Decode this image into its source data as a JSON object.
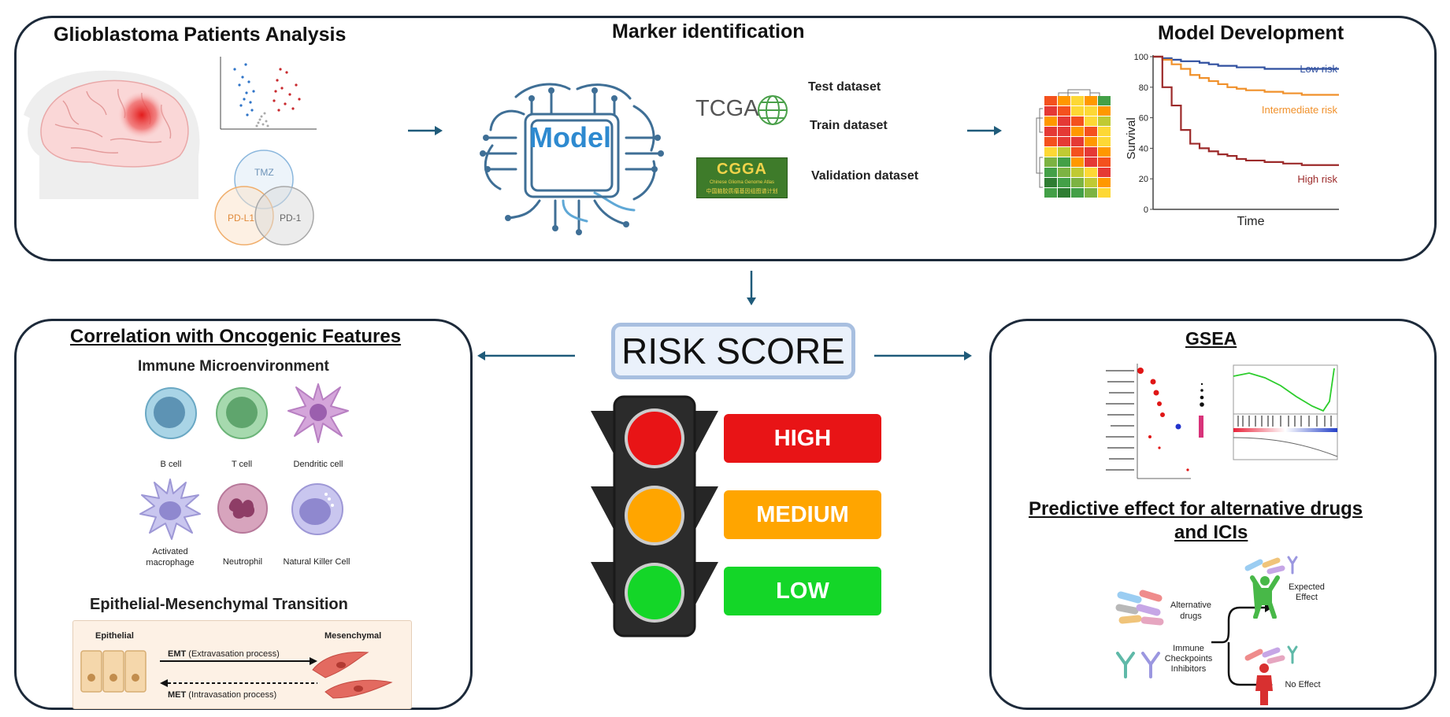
{
  "colors": {
    "panel_border": "#1d2a3a",
    "arrow": "#1f5b7a",
    "high": "#e81416",
    "medium": "#ffa500",
    "low": "#14d628",
    "low_risk_line": "#2f4f9f",
    "intermediate_risk_line": "#f0902a",
    "high_risk_line": "#9c2a2a"
  },
  "top_panel": {
    "section1_title": "Glioblastoma Patients Analysis",
    "venn": {
      "set_a": "TMZ",
      "set_b": "PD-L1",
      "set_c": "PD-1"
    },
    "section2_title": "Marker identification",
    "model_label": "Model",
    "tcga_logo": "TCGA",
    "cgga_logo": "CGGA",
    "cgga_subtext": "Chinese Glioma Genome Atlas",
    "cgga_chinese": "中国脑胶质瘤基因组图谱计划",
    "datasets": [
      "Test dataset",
      "Train dataset",
      "Validation dataset"
    ],
    "section3_title": "Model Development"
  },
  "chart_data": {
    "type": "line",
    "title": "",
    "xlabel": "Time",
    "ylabel": "Survival",
    "ylim": [
      0,
      100
    ],
    "yticks": [
      0,
      20,
      40,
      60,
      80,
      100
    ],
    "x": [
      0,
      1,
      2,
      3,
      4,
      5,
      6,
      7,
      8,
      9,
      10,
      12,
      14,
      16,
      18,
      20
    ],
    "series": [
      {
        "name": "Low risk",
        "values": [
          100,
          99,
          98,
          97,
          97,
          96,
          95,
          94,
          94,
          93,
          93,
          92,
          92,
          92,
          92,
          92
        ]
      },
      {
        "name": "Intermediate risk",
        "values": [
          100,
          98,
          95,
          92,
          88,
          86,
          84,
          82,
          80,
          79,
          78,
          77,
          76,
          75,
          75,
          75
        ]
      },
      {
        "name": "High risk",
        "values": [
          100,
          80,
          68,
          52,
          43,
          40,
          38,
          36,
          35,
          33,
          32,
          31,
          30,
          29,
          29,
          29
        ]
      }
    ]
  },
  "risk_score": {
    "title": "RISK SCORE",
    "levels": [
      "HIGH",
      "MEDIUM",
      "LOW"
    ]
  },
  "left_panel": {
    "title": "Correlation with Oncogenic Features",
    "immune_title": "Immune Microenvironment",
    "cells": [
      "B cell",
      "T cell",
      "Dendritic cell",
      "Activated macrophage",
      "Neutrophil",
      "Natural Killer Cell"
    ],
    "emt_title": "Epithelial-Mesenchymal Transition",
    "emt_epithelial": "Epithelial",
    "emt_mesenchymal": "Mesenchymal",
    "emt_forward_bold": "EMT",
    "emt_forward_text": "(Extravasation process)",
    "emt_reverse_bold": "MET",
    "emt_reverse_text": "(Intravasation process)"
  },
  "right_panel": {
    "gsea_title": "GSEA",
    "drugs_title_line1": "Predictive effect for alternative drugs",
    "drugs_title_line2": "and ICIs",
    "alt_drugs": "Alternative drugs",
    "ici_label": "Immune Checkpoints Inhibitors",
    "expected_effect": "Expected Effect",
    "no_effect": "No Effect"
  }
}
